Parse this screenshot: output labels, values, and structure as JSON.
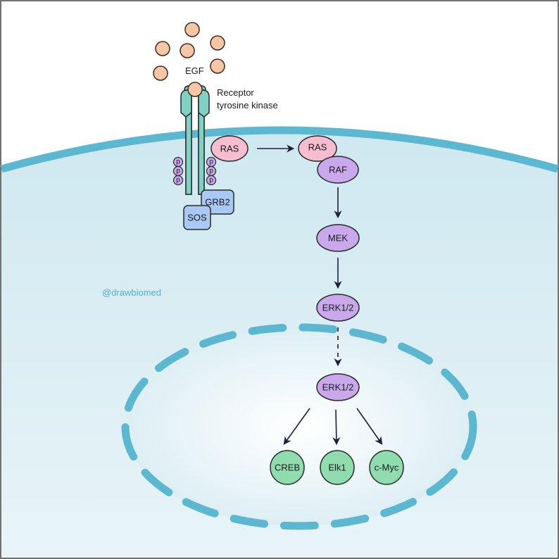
{
  "colors": {
    "membrane": "#5bb8d0",
    "cytoplasm_top": "#cfe8f0",
    "cytoplasm_bottom": "#e6f3f8",
    "nucleus": "#dcedf3",
    "ligand": "#f7c6a6",
    "receptor": "#7fd1c3",
    "ras": "#f6bdd0",
    "raf_mek_erk": "#c9a9ec",
    "adaptor": "#a9c8f2",
    "target": "#8fdcae",
    "arrow": "#1f1f3a",
    "watermark": "#49b3cc"
  },
  "ligand": {
    "label": "EGF"
  },
  "receptor": {
    "label_line1": "Receptor",
    "label_line2": "tyrosine kinase",
    "phospho_label": "p"
  },
  "adaptors": {
    "grb2": "GRB2",
    "sos": "SOS"
  },
  "cascade": {
    "ras": "RAS",
    "ras_raf_ras": "RAS",
    "raf": "RAF",
    "mek": "MEK",
    "erk_cytoplasm": "ERK1/2",
    "erk_nucleus": "ERK1/2"
  },
  "targets": [
    "CREB",
    "Elk1",
    "c-Myc"
  ],
  "watermark": "@drawbiomed"
}
